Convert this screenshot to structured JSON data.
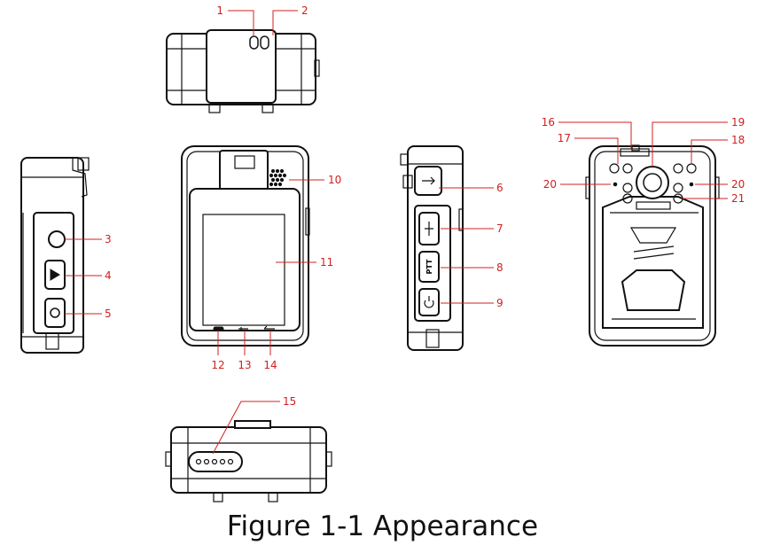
{
  "figure": {
    "caption": "Figure 1-1 Appearance",
    "accent_color": "#d02020",
    "callouts": [
      "1",
      "2",
      "3",
      "4",
      "5",
      "6",
      "7",
      "8",
      "9",
      "10",
      "11",
      "12",
      "13",
      "14",
      "15",
      "16",
      "17",
      "18",
      "19",
      "20",
      "20",
      "21"
    ],
    "button_labels": {
      "ptt": "PTT"
    }
  }
}
